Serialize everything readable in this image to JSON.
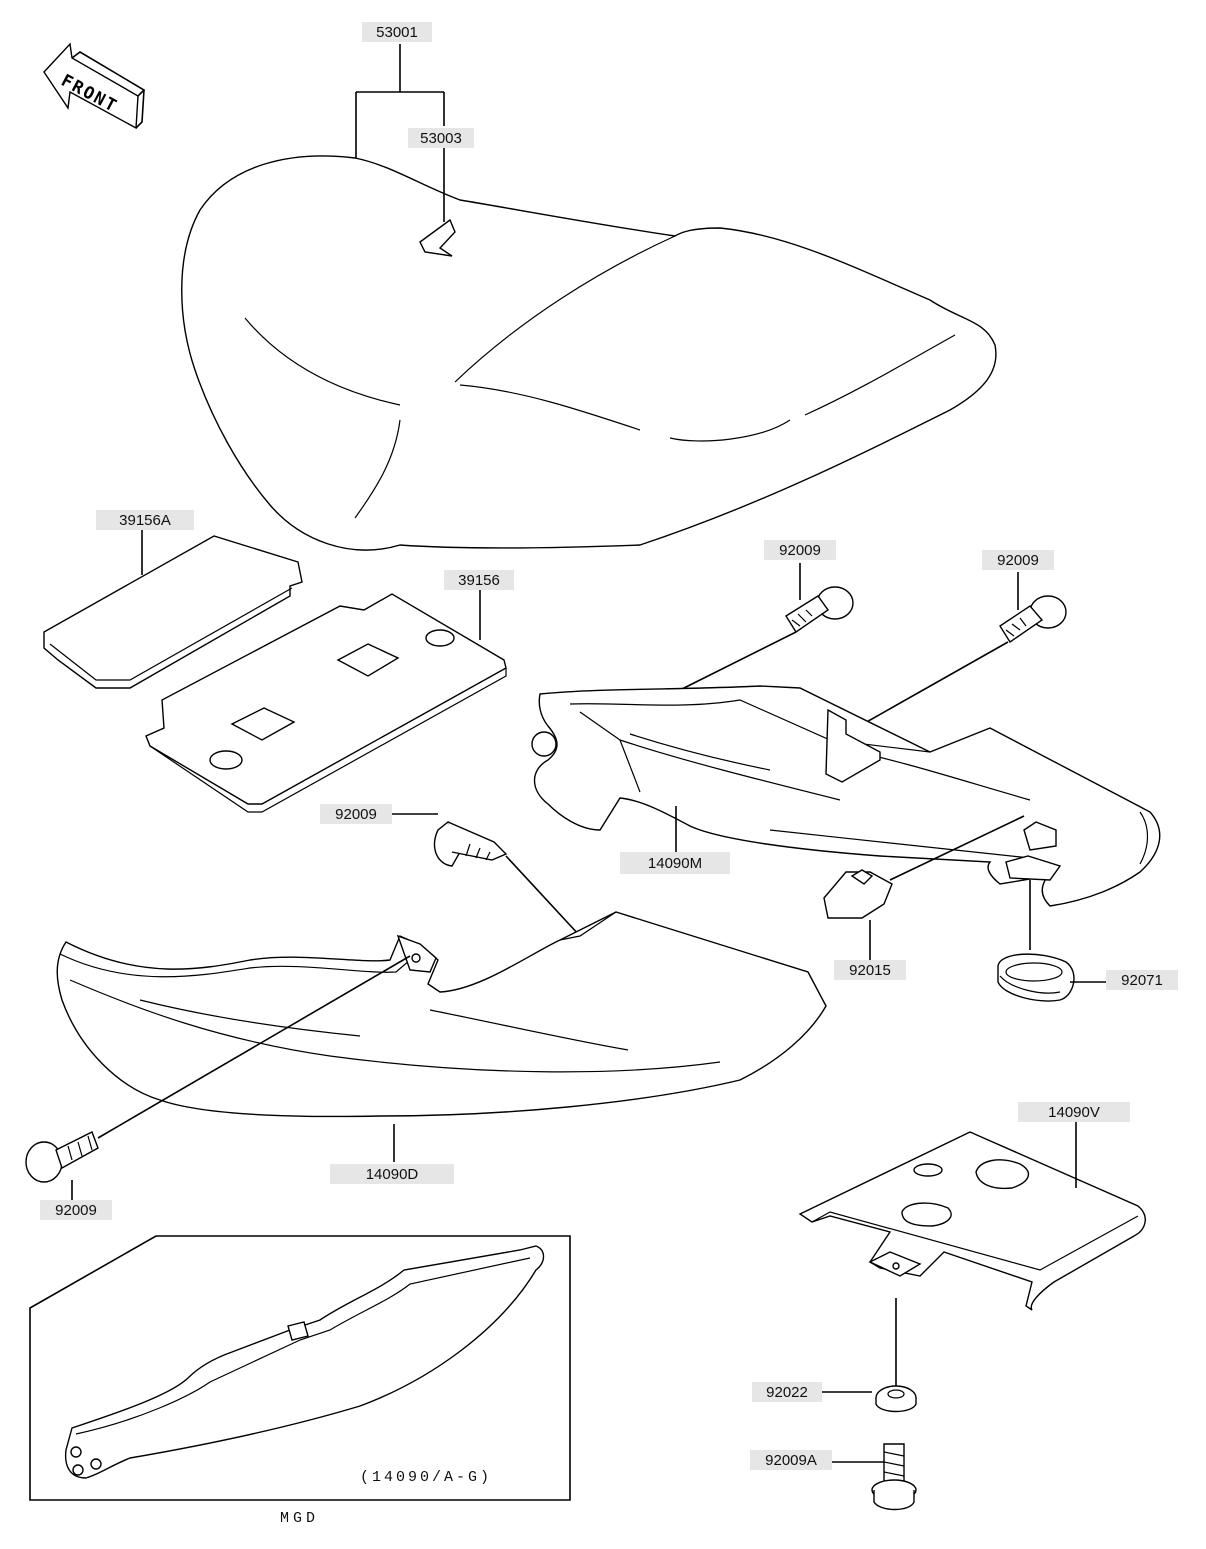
{
  "orientation_badge": "FRONT",
  "part_labels": [
    {
      "id": "53001",
      "text": "53001"
    },
    {
      "id": "53003",
      "text": "53003"
    },
    {
      "id": "39156A",
      "text": "39156A"
    },
    {
      "id": "39156",
      "text": "39156"
    },
    {
      "id": "92009-a",
      "text": "92009"
    },
    {
      "id": "92009-b",
      "text": "92009"
    },
    {
      "id": "92009-c",
      "text": "92009"
    },
    {
      "id": "14090M",
      "text": "14090M"
    },
    {
      "id": "92015",
      "text": "92015"
    },
    {
      "id": "92071",
      "text": "92071"
    },
    {
      "id": "14090D",
      "text": "14090D"
    },
    {
      "id": "92009-d",
      "text": "92009"
    },
    {
      "id": "14090V",
      "text": "14090V"
    },
    {
      "id": "92022",
      "text": "92022"
    },
    {
      "id": "92009A",
      "text": "92009A"
    }
  ],
  "inset": {
    "part_ref": "(14090/A-G)",
    "caption": "MGD"
  }
}
